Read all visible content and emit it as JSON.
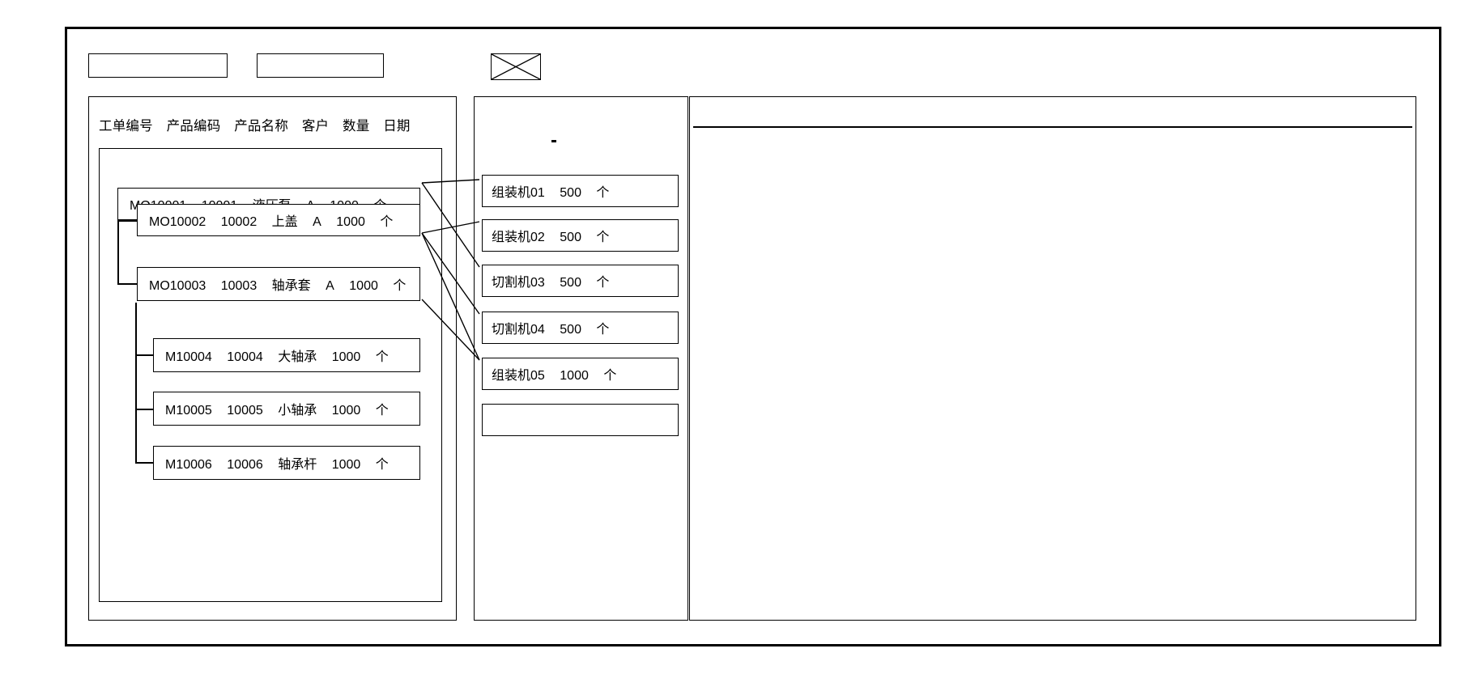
{
  "toolbar": {
    "field1_value": "",
    "field1_placeholder": "",
    "field2_value": "",
    "field2_placeholder": "",
    "image_placeholder_icon": "image-placeholder-icon"
  },
  "left_panel": {
    "columns": [
      "工单编号",
      "产品编码",
      "产品名称",
      "客户",
      "数量",
      "日期"
    ],
    "tree": [
      {
        "id": "MO10001",
        "level": 0,
        "cells": [
          "MO10001",
          "10001",
          "液压泵",
          "A",
          "1000",
          "个"
        ]
      },
      {
        "id": "MO10002",
        "level": 1,
        "cells": [
          "MO10002",
          "10002",
          "上盖",
          "A",
          "1000",
          "个"
        ]
      },
      {
        "id": "MO10003",
        "level": 1,
        "cells": [
          "MO10003",
          "10003",
          "轴承套",
          "A",
          "1000",
          "个"
        ]
      },
      {
        "id": "M10004",
        "level": 2,
        "cells": [
          "M10004",
          "10004",
          "大轴承",
          "1000",
          "个"
        ]
      },
      {
        "id": "M10005",
        "level": 2,
        "cells": [
          "M10005",
          "10005",
          "小轴承",
          "1000",
          "个"
        ]
      },
      {
        "id": "M10006",
        "level": 2,
        "cells": [
          "M10006",
          "10006",
          "轴承杆",
          "1000",
          "个"
        ]
      }
    ]
  },
  "mid_panel": {
    "marker": "",
    "operations": [
      {
        "machine": "组装机01",
        "qty": "500",
        "unit": "个"
      },
      {
        "machine": "组装机02",
        "qty": "500",
        "unit": "个"
      },
      {
        "machine": "切割机03",
        "qty": "500",
        "unit": "个"
      },
      {
        "machine": "切割机04",
        "qty": "500",
        "unit": "个"
      },
      {
        "machine": "组装机05",
        "qty": "1000",
        "unit": "个"
      },
      {
        "machine": "",
        "qty": "",
        "unit": ""
      }
    ]
  },
  "right_panel": {
    "header_text": "",
    "body_text": ""
  },
  "colors": {
    "stroke": "#000000",
    "background": "#ffffff"
  }
}
